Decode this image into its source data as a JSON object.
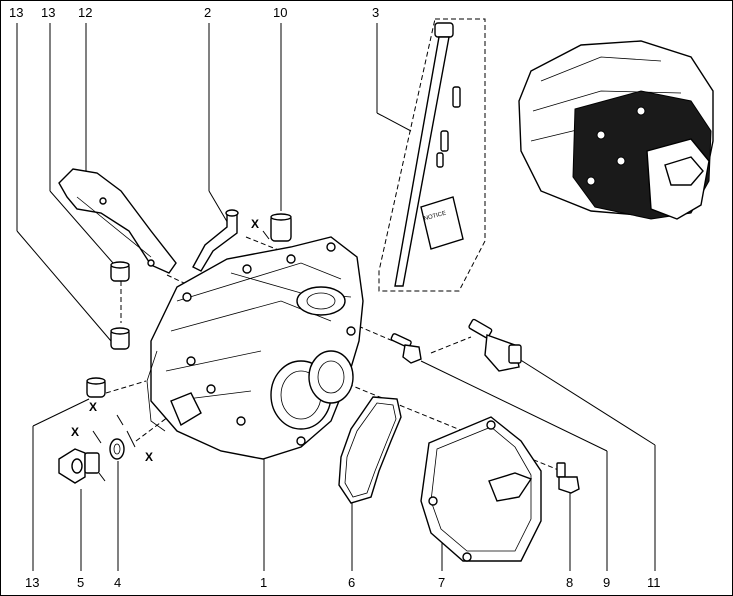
{
  "diagram": {
    "callouts": {
      "c13_top_left": "13",
      "c13_top": "13",
      "c12": "12",
      "c2": "2",
      "c10": "10",
      "c3": "3",
      "c13_bottom": "13",
      "c5": "5",
      "c4": "4",
      "c1": "1",
      "c6": "6",
      "c7": "7",
      "c8": "8",
      "c9": "9",
      "c11": "11"
    },
    "x_marks": {
      "x1": "X",
      "x2": "X",
      "x3": "X",
      "x4": "X"
    },
    "notice_text": "NOTICE"
  }
}
